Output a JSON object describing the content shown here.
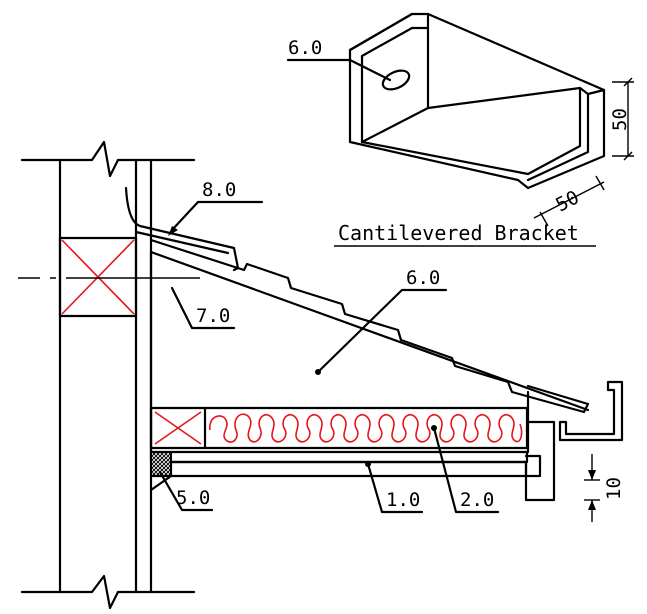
{
  "labels": {
    "bracket_hole": "6.0",
    "flashing": "8.0",
    "ledger": "7.0",
    "roof_void": "6.0",
    "sealant": "5.0",
    "ceiling_board": "1.0",
    "insulation": "2.0"
  },
  "bracket_caption": "Cantilevered Bracket",
  "dimensions": {
    "bracket_height": "50",
    "bracket_depth": "50",
    "fascia_gap": "10"
  },
  "colors": {
    "line": "#000000",
    "insulation": "#e8141b",
    "cross": "#e8141b"
  }
}
